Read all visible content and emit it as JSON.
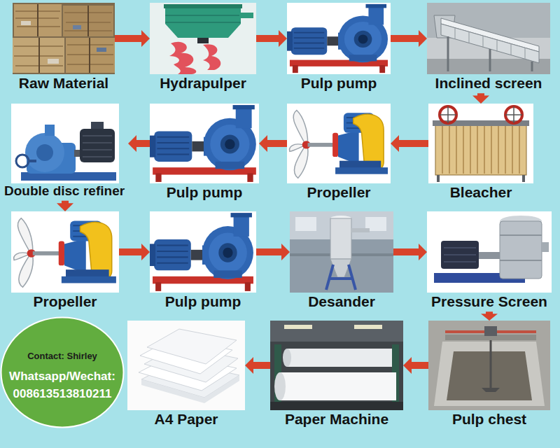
{
  "diagram": {
    "nodes": [
      {
        "text": [
          "Raw Material"
        ]
      },
      {
        "text": [
          "Hydrapulper"
        ]
      },
      {
        "text": [
          "Pulp pump"
        ]
      },
      {
        "text": [
          "Inclined screen"
        ]
      },
      {
        "text": [
          "Double disc refiner"
        ]
      },
      {
        "text": [
          "Pulp pump"
        ]
      },
      {
        "text": [
          "Propeller"
        ]
      },
      {
        "text": [
          "Bleacher"
        ]
      },
      {
        "text": [
          "Propeller"
        ]
      },
      {
        "text": [
          "Pulp pump"
        ]
      },
      {
        "text": [
          "Desander"
        ]
      },
      {
        "text": [
          "Pressure Screen"
        ]
      },
      {
        "text": [
          "Contact: Shirley",
          "Whatsapp/Wechat:",
          "008613513810211"
        ]
      },
      {
        "text": [
          "A4 Paper"
        ]
      },
      {
        "text": [
          "Paper Machine"
        ]
      },
      {
        "text": [
          "Pulp chest"
        ]
      }
    ],
    "edges": [
      {
        "from": 0,
        "to": 1,
        "arrow": "to"
      },
      {
        "from": 1,
        "to": 2,
        "arrow": "to"
      },
      {
        "from": 2,
        "to": 3,
        "arrow": "to"
      },
      {
        "from": 3,
        "to": 7,
        "arrow": "to"
      },
      {
        "from": 7,
        "to": 6,
        "arrow": "to"
      },
      {
        "from": 6,
        "to": 5,
        "arrow": "to"
      },
      {
        "from": 5,
        "to": 4,
        "arrow": "to"
      },
      {
        "from": 4,
        "to": 8,
        "arrow": "to"
      },
      {
        "from": 8,
        "to": 9,
        "arrow": "to"
      },
      {
        "from": 9,
        "to": 10,
        "arrow": "to"
      },
      {
        "from": 10,
        "to": 11,
        "arrow": "to"
      },
      {
        "from": 11,
        "to": 15,
        "arrow": "to"
      },
      {
        "from": 15,
        "to": 14,
        "arrow": "to"
      },
      {
        "from": 14,
        "to": 13,
        "arrow": "to"
      }
    ]
  }
}
